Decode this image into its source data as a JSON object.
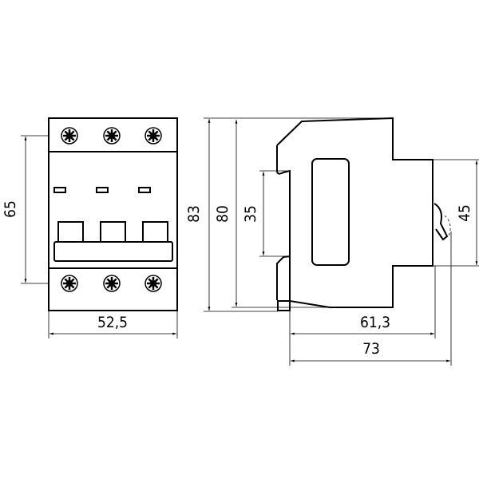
{
  "front_view": {
    "width_label": "52,5",
    "mounting_height_label": "65",
    "poles": 3
  },
  "side_view": {
    "total_height_label": "83",
    "body_height_label": "80",
    "din_rail_label": "35",
    "front_height_label": "45",
    "depth_front_label": "61,3",
    "total_depth_label": "73"
  },
  "colors": {
    "line": "#000000",
    "background": "#ffffff"
  }
}
